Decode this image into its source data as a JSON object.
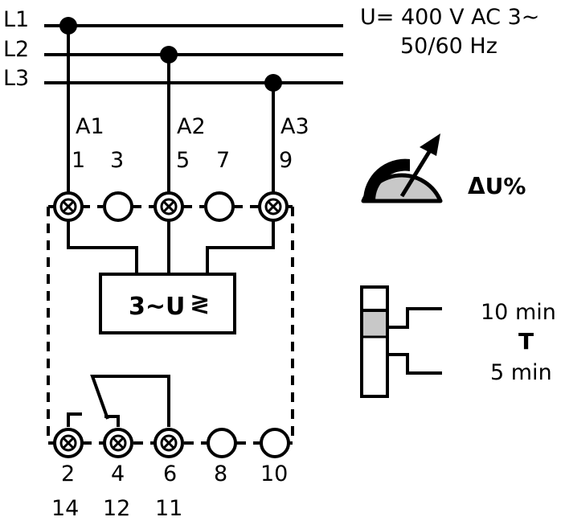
{
  "supply": {
    "lines": [
      "L1",
      "L2",
      "L3"
    ],
    "voltage_label": "U= 400 V AC 3~",
    "frequency_label": "50/60 Hz"
  },
  "inputs": {
    "phase_labels": [
      "A1",
      "A2",
      "A3"
    ],
    "top_terminals": [
      "1",
      "3",
      "5",
      "7",
      "9"
    ]
  },
  "monitor_block": {
    "label": "3~U",
    "symbol": "≷"
  },
  "gauge": {
    "icon": "adjustable-meter-icon",
    "label": "ΔU%"
  },
  "timing": {
    "icon": "time-selector-switch-icon",
    "option_high": "10 min",
    "parameter": "T",
    "option_low": "5 min"
  },
  "outputs": {
    "bottom_terminals": [
      "2",
      "4",
      "6",
      "8",
      "10"
    ],
    "alt_terminals": [
      "14",
      "12",
      "11"
    ]
  },
  "colors": {
    "line": "#000000",
    "background": "#ffffff",
    "fill_gray": "#c8c8c8"
  }
}
